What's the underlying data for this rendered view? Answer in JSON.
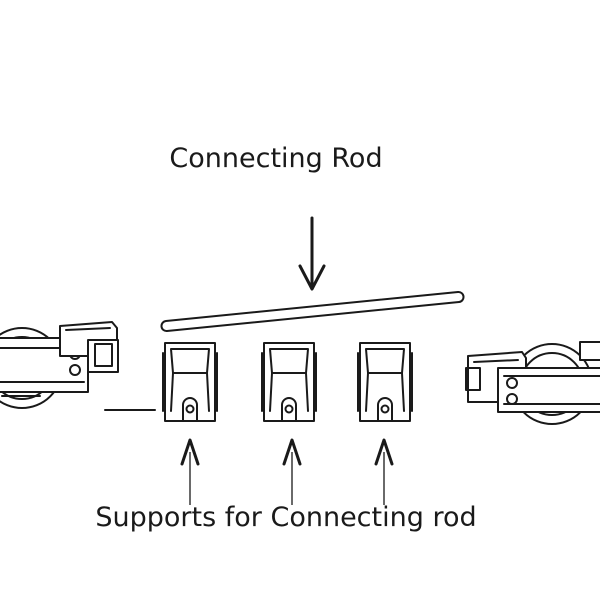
{
  "diagram": {
    "connecting_rod_label": "Connecting Rod",
    "supports_label": "Supports for Connecting rod",
    "support_count": 3,
    "colors": {
      "line": "#1a1a1a",
      "background": "#ffffff"
    },
    "icons": [
      "left-roller-assembly-icon",
      "right-roller-assembly-icon",
      "support-bracket-icon",
      "down-arrow-icon",
      "up-arrow-icon"
    ]
  }
}
